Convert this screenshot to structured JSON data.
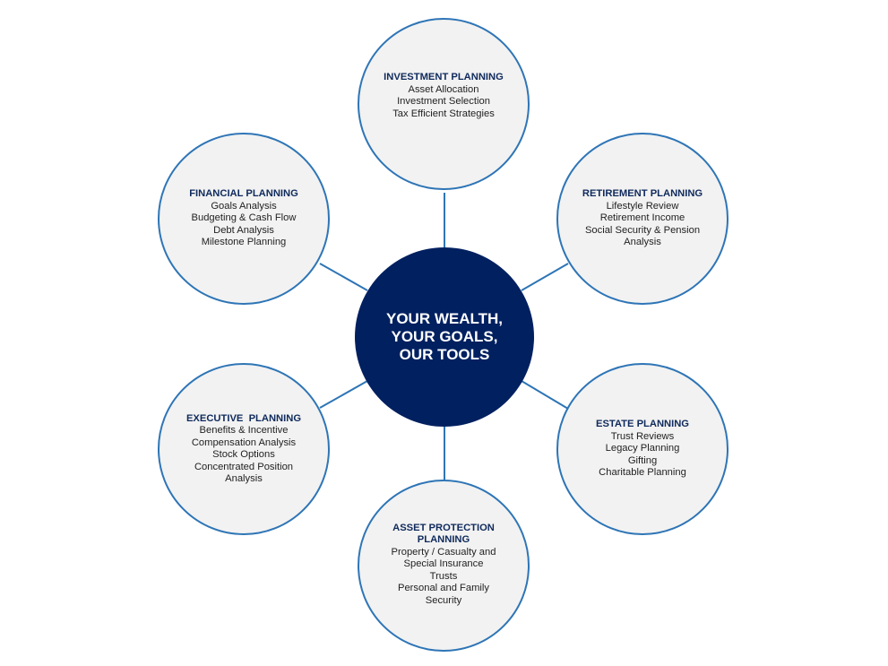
{
  "center": {
    "lines": [
      "YOUR WEALTH,",
      "YOUR GOALS,",
      "OUR TOOLS"
    ]
  },
  "nodes": {
    "investment": {
      "title": "INVESTMENT PLANNING",
      "items": [
        "Asset Allocation",
        "Investment Selection",
        "Tax Efficient Strategies"
      ]
    },
    "retirement": {
      "title": "RETIREMENT PLANNING",
      "items": [
        "Lifestyle Review",
        "Retirement Income",
        "Social Security & Pension",
        "Analysis"
      ]
    },
    "estate": {
      "title": "ESTATE PLANNING",
      "items": [
        "Trust Reviews",
        "Legacy Planning",
        "Gifting",
        "Charitable Planning"
      ]
    },
    "asset_protection": {
      "title_lines": [
        "ASSET PROTECTION",
        "PLANNING"
      ],
      "items": [
        "Property / Casualty and",
        "Special Insurance",
        "Trusts",
        "Personal and Family",
        "Security"
      ]
    },
    "executive": {
      "title": "EXECUTIVE  PLANNING",
      "items": [
        "Benefits & Incentive",
        "Compensation Analysis",
        "Stock Options",
        "Concentrated Position",
        "Analysis"
      ]
    },
    "financial": {
      "title": "FINANCIAL PLANNING",
      "items": [
        "Goals Analysis",
        "Budgeting & Cash Flow",
        "Debt Analysis",
        "Milestone Planning"
      ]
    }
  },
  "colors": {
    "center_fill": "#002060",
    "node_border": "#2e75b6",
    "node_fill": "#f2f2f2",
    "title_text": "#0f2a5c"
  }
}
